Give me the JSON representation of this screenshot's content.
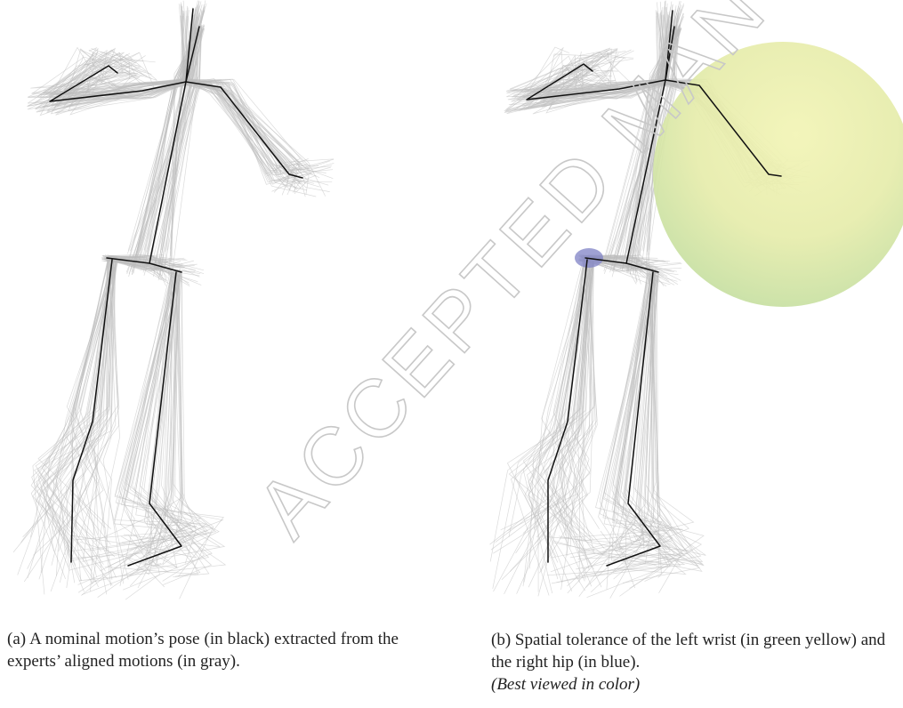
{
  "watermark": {
    "text": "ACCEPTED MANUSCRIPT",
    "color": "#c8c8c8"
  },
  "panel_a": {
    "caption": "(a) A nominal motion’s pose (in black) extracted from the experts’ aligned motions (in gray)."
  },
  "panel_b": {
    "caption": "(b) Spatial tolerance of the left wrist (in green yellow) and the right hip (in blue).",
    "note": "(Best viewed in color)"
  },
  "colors": {
    "nominal_pose": "#111111",
    "aligned_motions": "#b9b9b9",
    "left_wrist_tolerance": "#dfe9a6",
    "right_hip_tolerance": "#7f82c6"
  }
}
